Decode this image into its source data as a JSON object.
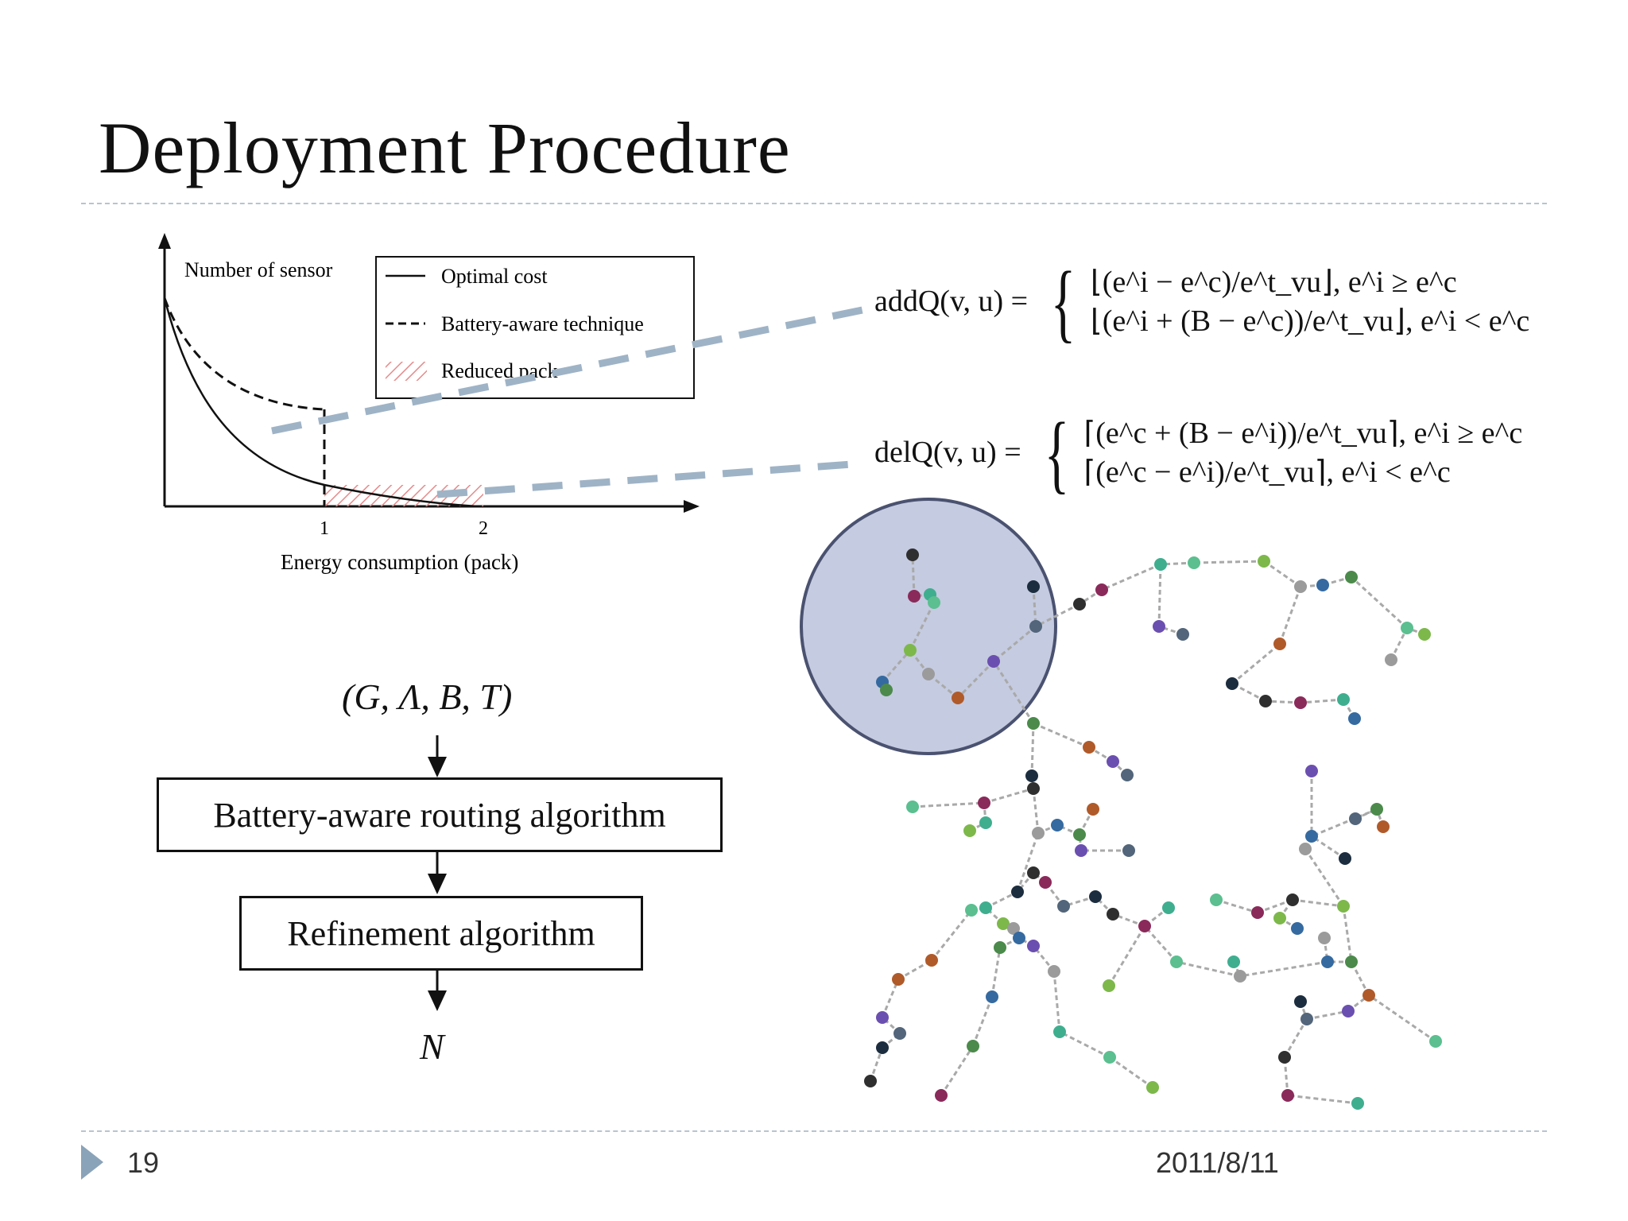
{
  "slide": {
    "title": "Deployment Procedure",
    "page_number": "19",
    "date": "2011/8/11"
  },
  "chart": {
    "ylabel": "Number of sensor",
    "xlabel": "Energy consumption (pack)",
    "x_ticks": [
      "1",
      "2"
    ],
    "legend": [
      "Optimal cost",
      "Battery-aware technique",
      "Reduced pack"
    ],
    "colors": {
      "hatch": "#e58a8a",
      "connector": "#9fb3c6"
    }
  },
  "formulas": {
    "addq_lhs": "addQ(v, u) =",
    "addq_case1": "⌊(e^i − e^c)/e^t_vu⌋, e^i ≥ e^c",
    "addq_case2": "⌊(e^i + (B − e^c))/e^t_vu⌋, e^i < e^c",
    "delq_lhs": "delQ(v, u) =",
    "delq_case1": "⌈(e^c + (B − e^i))/e^t_vu⌉, e^i ≥ e^c",
    "delq_case2": "⌈(e^c − e^i)/e^t_vu⌉, e^i < e^c"
  },
  "flow": {
    "input": "(G, Λ, B, T)",
    "step1": "Battery-aware routing algorithm",
    "step2": "Refinement algorithm",
    "output": "N"
  },
  "network": {
    "highlight_color": "#c5cbe0"
  }
}
